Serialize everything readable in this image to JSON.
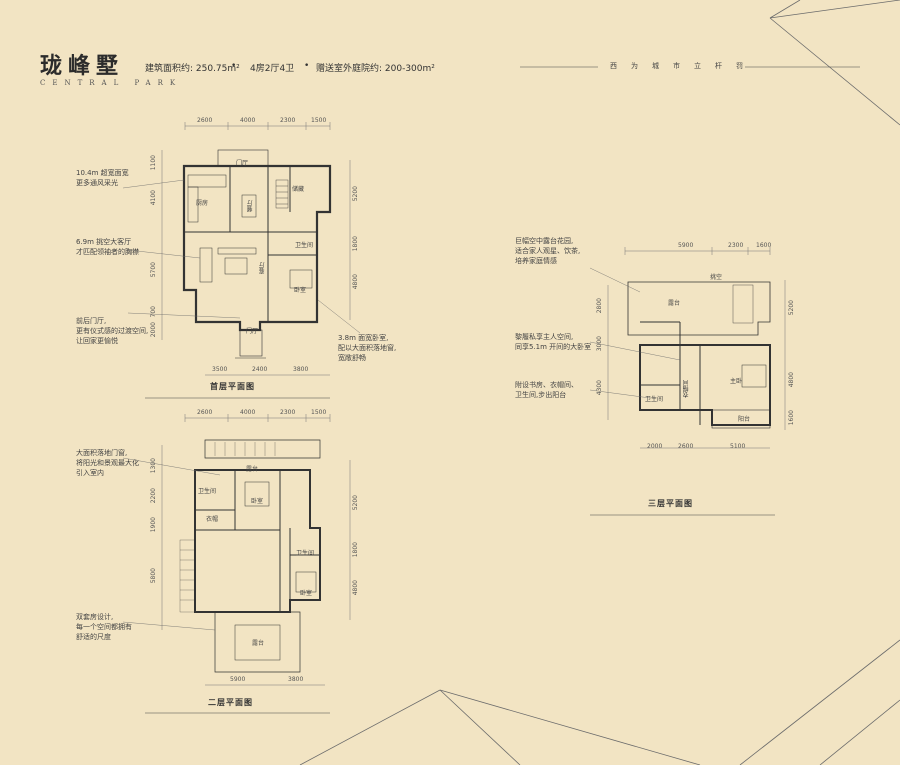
{
  "header": {
    "title": "珑峰墅",
    "subtitle": "CENTRAL PARK",
    "area": "建筑面积约: 250.75m²",
    "sep1": "•",
    "rooms": "4房2厅4卫",
    "sep2": "•",
    "garden": "赠送室外庭院约: 200-300m²",
    "slogan": "西为城市立杆罚"
  },
  "plans": {
    "floor1": {
      "title": "首层平面图",
      "dims_top": [
        "2600",
        "4000",
        "2300",
        "1500"
      ],
      "dims_bottom": [
        "3500",
        "2400",
        "3800"
      ],
      "dims_left": [
        "1100",
        "4100",
        "5700",
        "700",
        "2000"
      ],
      "dims_right": [
        "5200",
        "1800",
        "4800"
      ],
      "rooms": {
        "door_top": "门厅",
        "kitchen": "厨房",
        "dining": "餐厅",
        "storage": "储藏",
        "living": "客厅",
        "bath": "卫生间",
        "bedroom": "卧室",
        "door_bottom": "门厅"
      },
      "notes": [
        {
          "lines": [
            "10.4m 超宽面宽",
            "更多通风采光"
          ]
        },
        {
          "lines": [
            "6.9m 挑空大客厅",
            "才匹配领袖者的胸襟"
          ]
        },
        {
          "lines": [
            "前后门厅,",
            "更有仪式感的过渡空间,",
            "让回家更愉悦"
          ]
        },
        {
          "lines": [
            "3.8m 面宽卧室,",
            "配以大面积落地窗,",
            "宽敞舒畅"
          ]
        }
      ]
    },
    "floor2": {
      "title": "二层平面图",
      "dims_top": [
        "2600",
        "4000",
        "2300",
        "1500"
      ],
      "dims_bottom": [
        "5900",
        "3800"
      ],
      "dims_left": [
        "1300",
        "2200",
        "1900",
        "5800"
      ],
      "dims_right": [
        "5200",
        "1800",
        "4800"
      ],
      "rooms": {
        "terrace_top": "露台",
        "bath1": "卫生间",
        "bedroom1": "卧室",
        "closet": "衣帽",
        "bath2": "卫生间",
        "bedroom2": "卧室",
        "terrace_bottom": "露台"
      },
      "notes": [
        {
          "lines": [
            "大面积落地门窗,",
            "将阳光和景观最大化",
            "引入室内"
          ]
        },
        {
          "lines": [
            "双套房设计,",
            "每一个空间都拥有",
            "舒适的尺度"
          ]
        }
      ]
    },
    "floor3": {
      "title": "三层平面图",
      "dims_top": [
        "5900",
        "2300",
        "1600"
      ],
      "dims_bottom": [
        "2000",
        "2600",
        "5100"
      ],
      "dims_left": [
        "2800",
        "3000",
        "4300"
      ],
      "dims_right": [
        "5200",
        "4800",
        "1600"
      ],
      "rooms": {
        "skylight": "挑空",
        "terrace_top": "露台",
        "closet": "衣帽间",
        "bath": "卫生间",
        "master": "主卧",
        "terrace_bottom": "阳台"
      },
      "notes": [
        {
          "lines": [
            "巨幅空中露台花园,",
            "适合家人观星、饮茶,",
            "培养家庭情感"
          ]
        },
        {
          "lines": [
            "黎履私享主人空间,",
            "同享5.1m 开间的大卧室"
          ]
        },
        {
          "lines": [
            "附设书房、衣帽间、",
            "卫生间,步出阳台"
          ]
        }
      ]
    }
  }
}
